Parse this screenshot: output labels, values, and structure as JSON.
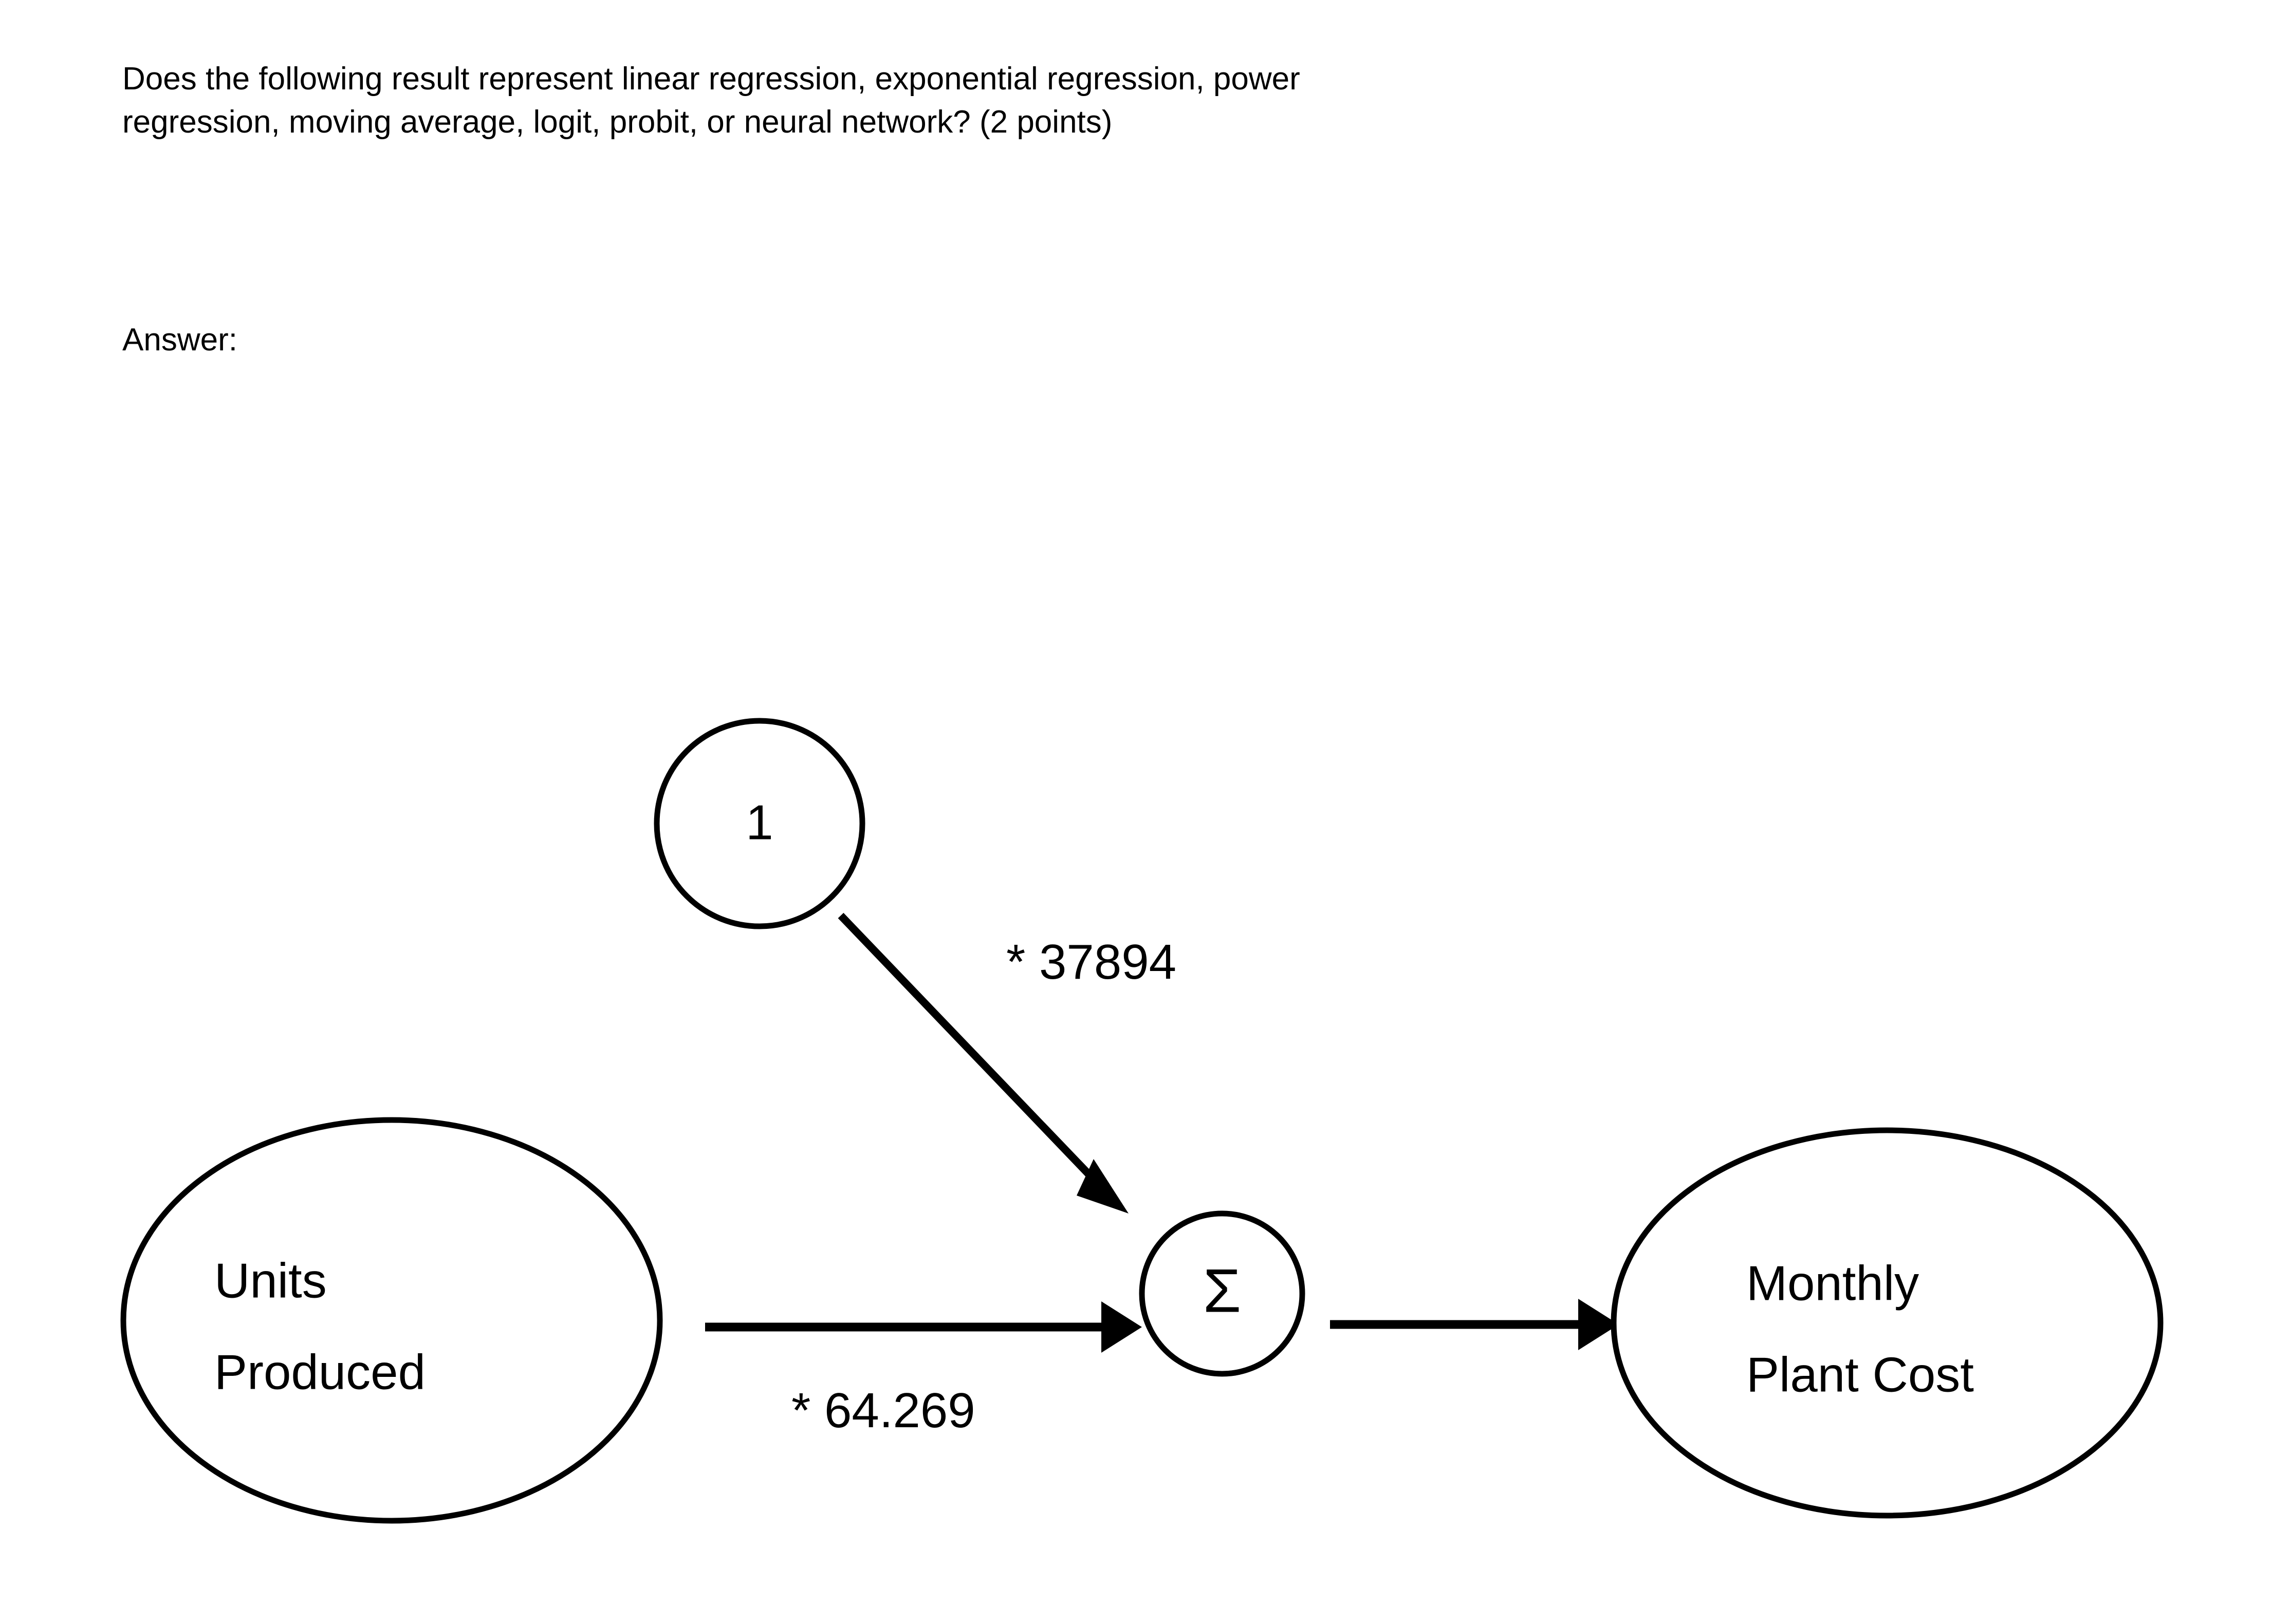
{
  "question": {
    "line1": "Does the following result represent linear regression, exponential regression, power",
    "line2": "regression, moving average, logit, probit, or neural network? (2 points)",
    "points": "(2 points)"
  },
  "answer": {
    "label": "Answer:",
    "value": ""
  },
  "diagram": {
    "type": "neural-network-node-diagram",
    "nodes": {
      "bias": {
        "label": "1",
        "shape": "circle"
      },
      "input": {
        "label_line1": "Units",
        "label_line2": "Produced",
        "shape": "ellipse"
      },
      "sum": {
        "label": "Σ",
        "shape": "circle"
      },
      "output": {
        "label_line1": "Monthly",
        "label_line2": "Plant Cost",
        "shape": "ellipse"
      }
    },
    "edges": [
      {
        "from": "bias",
        "to": "sum",
        "label": "* 37894"
      },
      {
        "from": "input",
        "to": "sum",
        "label": "* 64.269"
      },
      {
        "from": "sum",
        "to": "output",
        "label": ""
      }
    ],
    "colors": {
      "stroke": "#000000",
      "fill": "#ffffff",
      "text": "#000000"
    }
  }
}
